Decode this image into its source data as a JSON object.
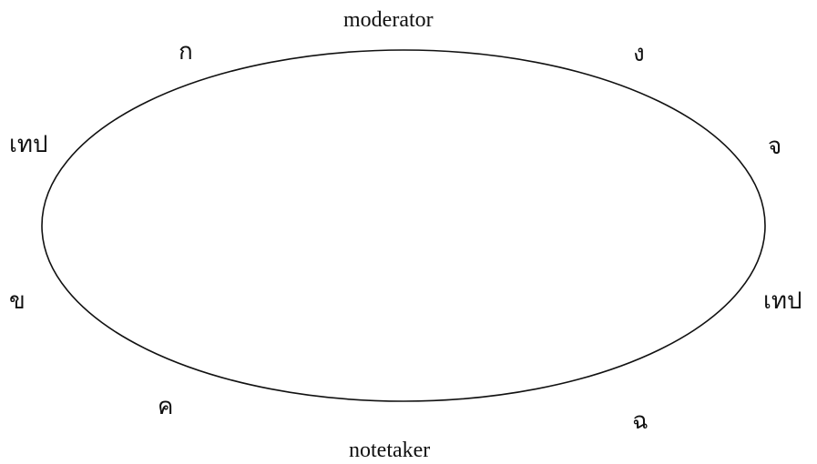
{
  "diagram": {
    "roles": {
      "top": "moderator",
      "bottom": "notetaker"
    },
    "seats": {
      "top_left": "ก",
      "top_right": "ง",
      "left_upper": "เทป",
      "right_upper": "จ",
      "left_lower": "ข",
      "right_lower": "เทป",
      "bottom_left": "ค",
      "bottom_right": "ฉ"
    },
    "colors": {
      "ring_stroke": "#111111",
      "background": "#ffffff"
    }
  }
}
